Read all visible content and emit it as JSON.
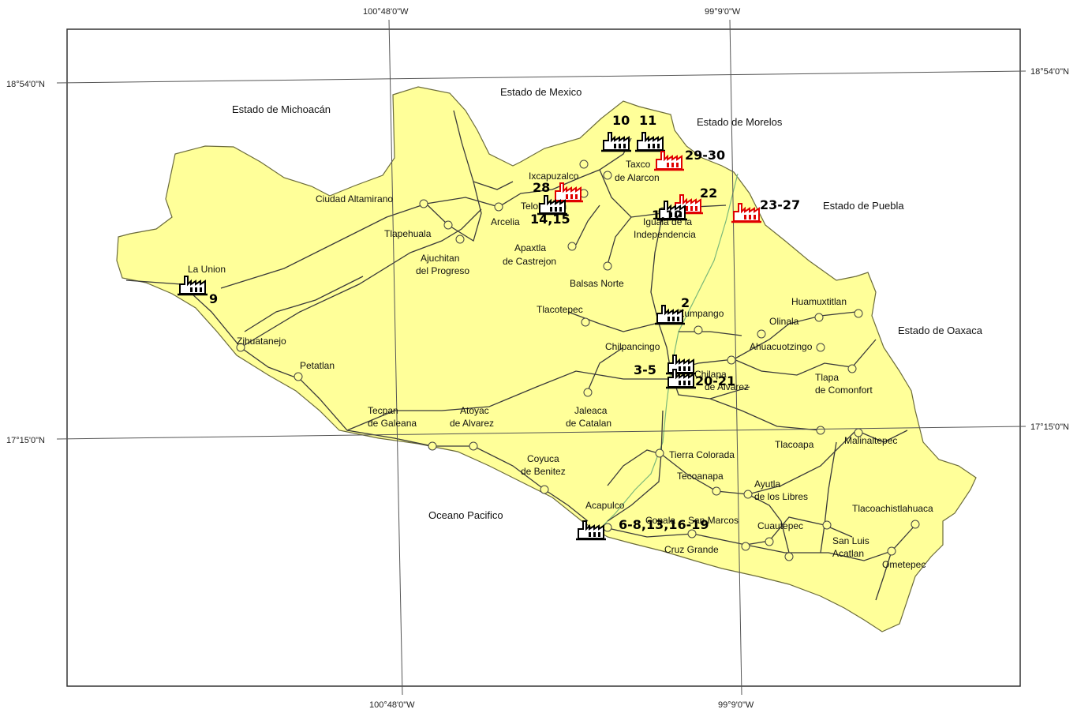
{
  "coords": {
    "top_left": "100°48'0\"W",
    "top_right": "99°9'0\"W",
    "bottom_left": "100°48'0\"W",
    "bottom_right": "99°9'0\"W",
    "left_top": "18°54'0\"N",
    "right_top": "18°54'0\"N",
    "left_bottom": "17°15'0\"N",
    "right_bottom": "17°15'0\"N"
  },
  "regions": [
    {
      "name": "michoacan",
      "text": "Estado de Michoacán"
    },
    {
      "name": "mexico",
      "text": "Estado de Mexico"
    },
    {
      "name": "morelos",
      "text": "Estado de Morelos"
    },
    {
      "name": "puebla",
      "text": "Estado de Puebla"
    },
    {
      "name": "oaxaca",
      "text": "Estado de Oaxaca"
    },
    {
      "name": "pacifico",
      "text": "Oceano Pacifico"
    }
  ],
  "towns": [
    "Ciudad Altamirano",
    "Tlapehuala",
    "Ajuchitan",
    "del Progreso",
    "Arcelia",
    "Ixcapuzalco",
    "Teloloapan",
    "Apaxtla",
    "de Castrejon",
    "Taxco",
    "de Alarcon",
    "Iguala de la",
    "Independencia",
    "Balsas Norte",
    "Tlacotepec",
    "Zumpango",
    "La Union",
    "Zihuatanejo",
    "Petatlan",
    "Chilpancingo",
    "Chilapa",
    "de Alvarez",
    "Huamuxtitlan",
    "Olinala",
    "Ahuacuotzingo",
    "Tlapa",
    "de Comonfort",
    "Tecpan",
    "de Galeana",
    "Atoyac",
    "de Alvarez",
    "Jaleaca",
    "de Catalan",
    "Tlacoapa",
    "Malinaltepec",
    "Coyuca",
    "de Benitez",
    "Tierra Colorada",
    "Tecoanapa",
    "Ayutla",
    "de los Libres",
    "Acapulco",
    "Tlacoachistlahuaca",
    "Cuautepec",
    "Cruz Grande",
    "San Luis",
    "Acatlan",
    "Ometepec",
    "Copala",
    "San Marcos"
  ],
  "markers": [
    {
      "label": "10",
      "color": "#000000"
    },
    {
      "label": "11",
      "color": "#000000"
    },
    {
      "label": "29-30",
      "color": "#e00000"
    },
    {
      "label": "28",
      "color": "#e00000"
    },
    {
      "label": "14,15",
      "color": "#000000"
    },
    {
      "label": "22",
      "color": "#e00000"
    },
    {
      "label": "1,12",
      "color": "#000000"
    },
    {
      "label": "23-27",
      "color": "#e00000"
    },
    {
      "label": "9",
      "color": "#000000"
    },
    {
      "label": "2",
      "color": "#000000"
    },
    {
      "label": "3-5",
      "color": "#000000"
    },
    {
      "label": "20-21",
      "color": "#000000"
    },
    {
      "label": "6-8,13,16-19",
      "color": "#000000"
    }
  ],
  "colors": {
    "land": "#ffff99",
    "factory_existing": "#000000",
    "factory_new": "#e00000"
  }
}
